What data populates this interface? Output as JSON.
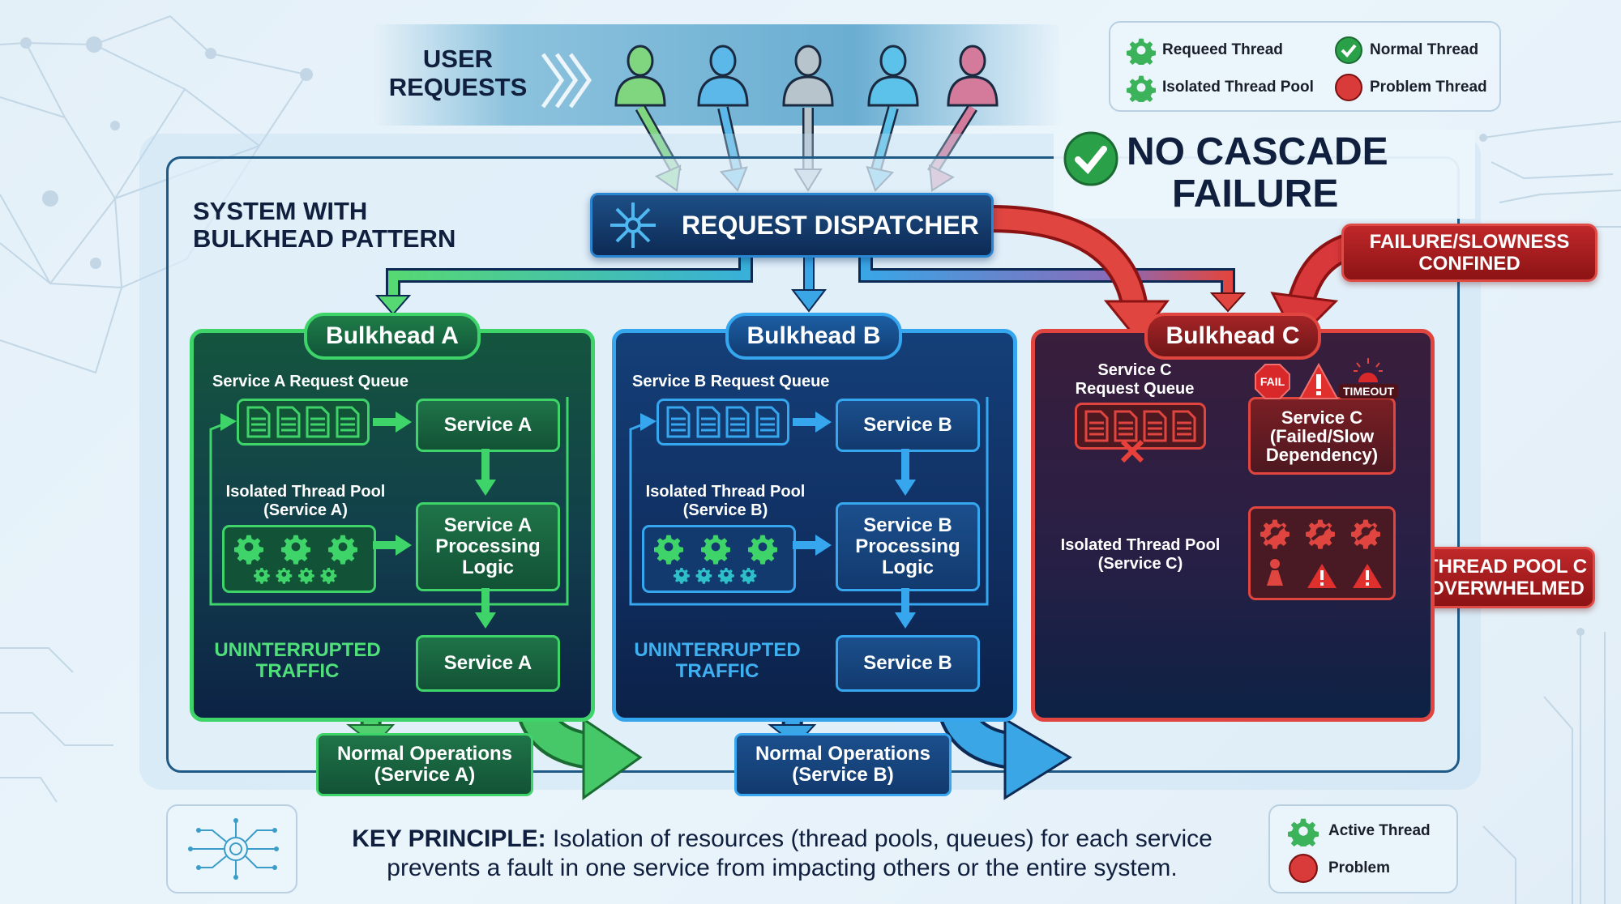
{
  "header": {
    "user_requests": [
      "USER",
      "REQUESTS"
    ],
    "users": [
      {
        "name": "user-1",
        "color": "#7fd67f"
      },
      {
        "name": "user-2",
        "color": "#5cb8e8"
      },
      {
        "name": "user-3",
        "color": "#b8c4cc"
      },
      {
        "name": "user-4",
        "color": "#5cc2ea"
      },
      {
        "name": "user-5",
        "color": "#d47a9a"
      }
    ]
  },
  "legend_top": {
    "items": [
      {
        "label": "Requeed Thread",
        "icon": "gear-icon",
        "color": "#3cb35a"
      },
      {
        "label": "Normal Thread",
        "icon": "check-circle-icon",
        "color": "#2aa048"
      },
      {
        "label": "Isolated Thread Pool",
        "icon": "gear-icon",
        "color": "#3cb35a"
      },
      {
        "label": "Problem Thread",
        "icon": "red-circle-icon",
        "color": "#d93a3a"
      }
    ]
  },
  "system": {
    "title": [
      "SYSTEM WITH",
      "BULKHEAD PATTERN"
    ],
    "dispatcher": "REQUEST DISPATCHER",
    "no_cascade": [
      "NO CASCADE",
      "FAILURE"
    ]
  },
  "callouts": {
    "confined": [
      "FAILURE/SLOWNESS",
      "CONFINED"
    ],
    "overwhelmed": [
      "THREAD POOL C",
      "OVERWHELMED"
    ]
  },
  "bulkheads": {
    "a": {
      "title": "Bulkhead A",
      "queue_label": "Service A Request Queue",
      "service": "Service A",
      "pool_label": [
        "Isolated Thread Pool",
        "(Service A)"
      ],
      "processing": [
        "Service A",
        "Processing",
        "Logic"
      ],
      "service_out": "Service A",
      "traffic": [
        "UNINTERRUPTED",
        "TRAFFIC"
      ],
      "normal_ops": [
        "Normal Operations",
        "(Service A)"
      ],
      "accent": "#3fd46a"
    },
    "b": {
      "title": "Bulkhead B",
      "queue_label": "Service B Request Queue",
      "service": "Service B",
      "pool_label": [
        "Isolated Thread Pool",
        "(Service B)"
      ],
      "processing": [
        "Service B",
        "Processing",
        "Logic"
      ],
      "service_out": "Service B",
      "traffic": [
        "UNINTERRUPTED",
        "TRAFFIC"
      ],
      "normal_ops": [
        "Normal Operations",
        "(Service B)"
      ],
      "accent": "#36a6ee"
    },
    "c": {
      "title": "Bulkhead C",
      "queue_label": [
        "Service C",
        "Request Queue"
      ],
      "service": [
        "Service C",
        "(Failed/Slow",
        "Dependency)"
      ],
      "pool_label": [
        "Isolated Thread Pool",
        "(Service C)"
      ],
      "fail_badge": "FAIL",
      "timeout_badge": "TIMEOUT",
      "accent": "#e0463f"
    }
  },
  "footer": {
    "key_label": "KEY PRINCIPLE:",
    "key_text_1": " Isolation of resources (thread pools, queues) for each service",
    "key_text_2": "prevents a fault in one service from impacting others or the entire system.",
    "legend": [
      {
        "label": "Active Thread",
        "icon": "gear-icon",
        "color": "#3cb35a"
      },
      {
        "label": "Problem",
        "icon": "red-circle-icon",
        "color": "#d93a3a"
      }
    ]
  }
}
